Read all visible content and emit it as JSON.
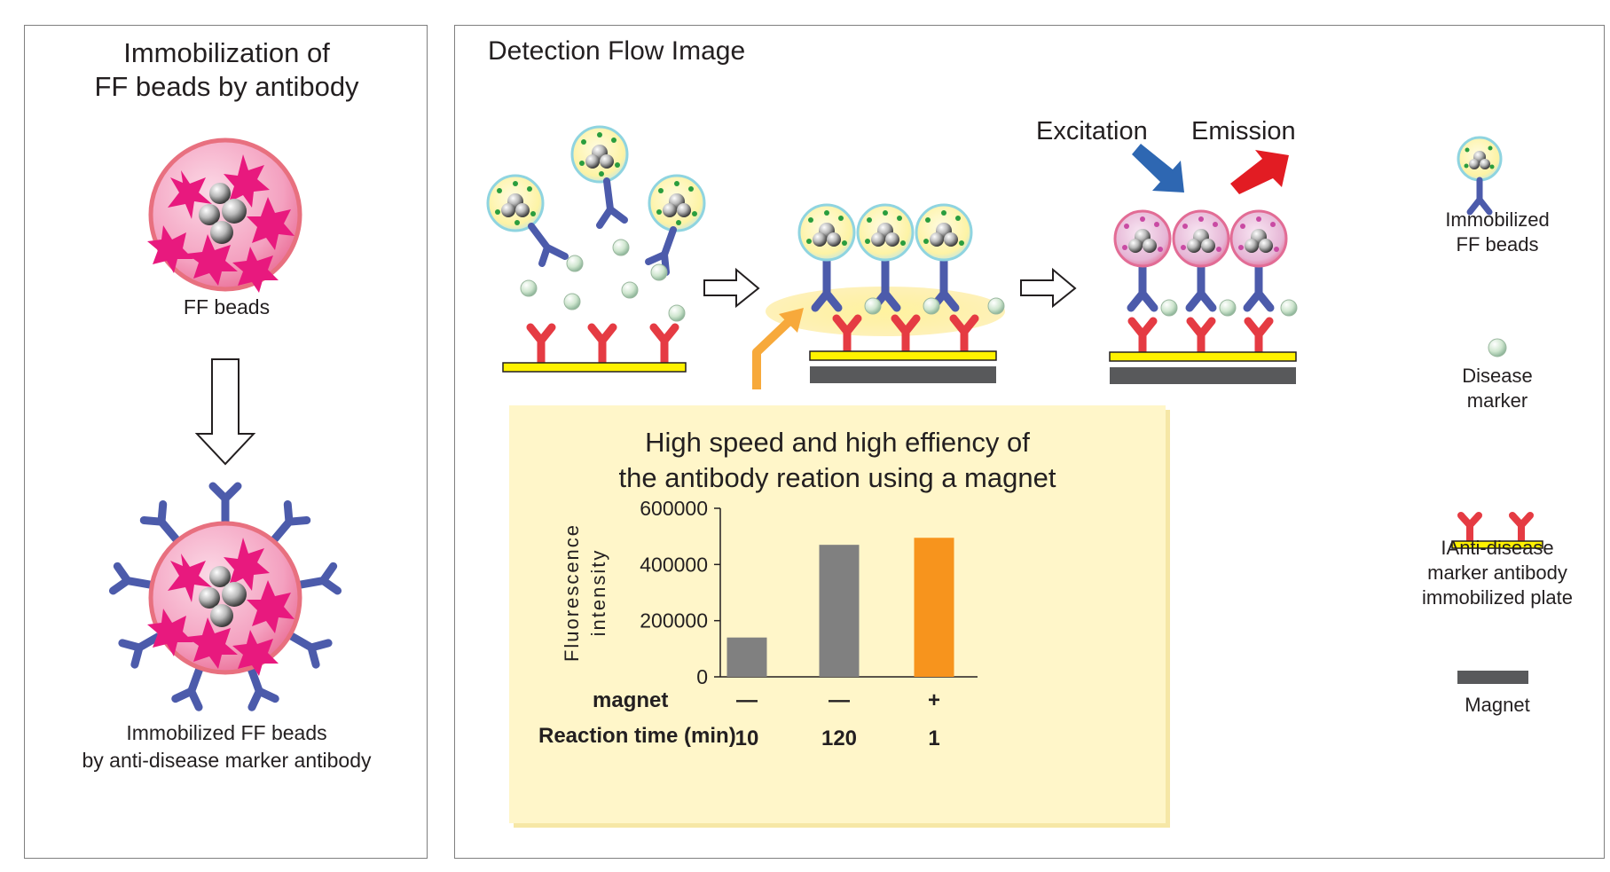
{
  "left_panel": {
    "title": "Immobilization of\nFF beads by antibody",
    "ff_beads_label": "FF beads",
    "immobilized_label": "Immobilized FF beads\nby anti-disease marker antibody"
  },
  "right_panel": {
    "title": "Detection Flow Image",
    "excitation_label": "Excitation",
    "emission_label": "Emission"
  },
  "legend": {
    "immobilized_ff_beads": "Immobilized\nFF beads",
    "disease_marker": "Disease\nmarker",
    "antibody_plate": "IAnti-disease\nmarker antibody\nimmobilized plate",
    "magnet": "Magnet"
  },
  "callout": {
    "title": "High speed and high effiency of\nthe antibody reation using a magnet"
  },
  "chart_data": {
    "type": "bar",
    "categories": [
      "10",
      "120",
      "1"
    ],
    "values": [
      140000,
      470000,
      495000
    ],
    "ylabel": "Fluorescence\nintensity",
    "ylim": [
      0,
      600000
    ],
    "yticks": [
      "0",
      "200000",
      "400000",
      "600000"
    ],
    "row_magnet_label": "magnet",
    "row_magnet_values": [
      "—",
      "—",
      "+"
    ],
    "row_time_label": "Reaction time (min)",
    "bar_colors": [
      "#808080",
      "#808080",
      "#f7941d"
    ]
  },
  "colors": {
    "bead_pink": "#e8197e",
    "antibody_blue": "#4c5bab",
    "antibody_red": "#e53b43",
    "plate_yellow": "#fff200",
    "magnet_gray": "#58595b",
    "arrow_orange": "#f7a93b",
    "excitation_blue": "#2e67b2",
    "emission_red": "#e21c23"
  }
}
